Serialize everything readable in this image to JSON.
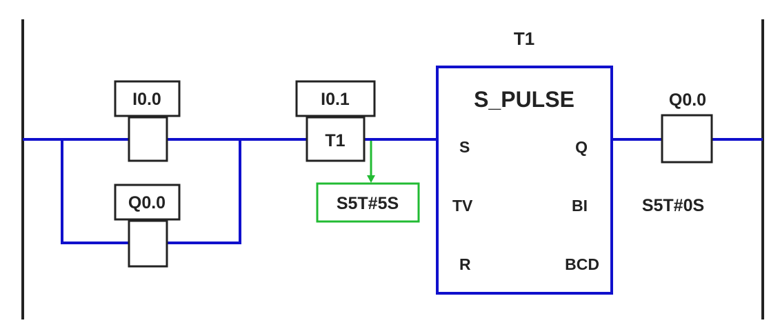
{
  "colors": {
    "wire": "#1010cc",
    "box_stroke": "#222222",
    "highlight": "#22bb33",
    "rail": "#222222",
    "background": "#ffffff"
  },
  "contacts": {
    "i00": {
      "address": "I0.0"
    },
    "q00_hold": {
      "address": "Q0.0"
    },
    "i01": {
      "address": "I0.1",
      "inner": "T1"
    }
  },
  "timer": {
    "name": "T1",
    "type": "S_PULSE",
    "pins": {
      "s": "S",
      "tv": "TV",
      "r": "R",
      "q": "Q",
      "bi": "BI",
      "bcd": "BCD"
    },
    "preset": "S5T#5S",
    "bi_value": "S5T#0S"
  },
  "coil": {
    "address": "Q0.0"
  }
}
